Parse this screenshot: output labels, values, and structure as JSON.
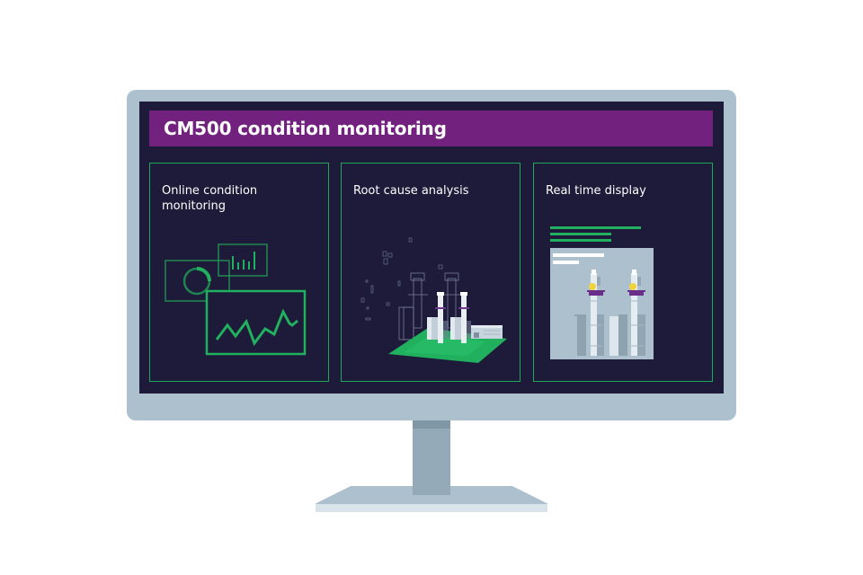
{
  "window": {
    "title": "CM500 condition monitoring"
  },
  "cards": [
    {
      "title": "Online condition monitoring",
      "illustration": "dashboard-charts-icon"
    },
    {
      "title": "Root cause analysis",
      "illustration": "power-plant-icon"
    },
    {
      "title": "Real time display",
      "illustration": "live-plant-display-icon"
    }
  ],
  "colors": {
    "title_bar": "#72217f",
    "screen_background": "#1e1a39",
    "card_border": "#1fa85a",
    "accent_green": "#21b15e",
    "monitor_frame": "#adc0cd",
    "monitor_stand": "#94aab8"
  }
}
